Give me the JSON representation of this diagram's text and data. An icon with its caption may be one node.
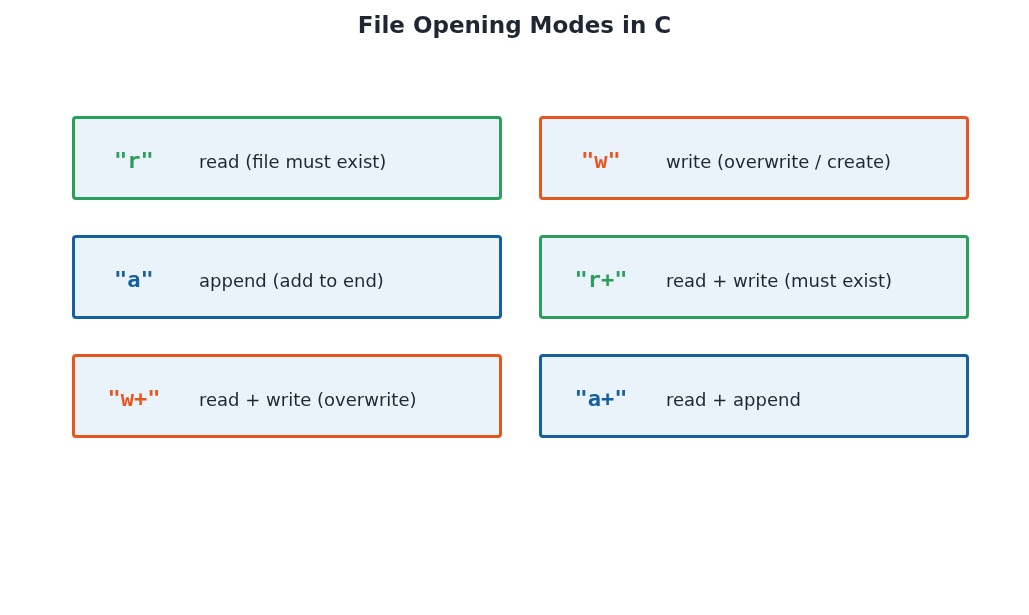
{
  "diagram": {
    "title": "File Opening Modes in C",
    "nodes": [
      {
        "text": [
          "\"r\"",
          "read (file must exist)"
        ]
      },
      {
        "text": [
          "\"w\"",
          "write (overwrite / create)"
        ]
      },
      {
        "text": [
          "\"a\"",
          "append (add to end)"
        ]
      },
      {
        "text": [
          "\"r+\"",
          "read + write (must exist)"
        ]
      },
      {
        "text": [
          "\"w+\"",
          "read + write (overwrite)"
        ]
      },
      {
        "text": [
          "\"a+\"",
          "read + append"
        ]
      }
    ]
  }
}
